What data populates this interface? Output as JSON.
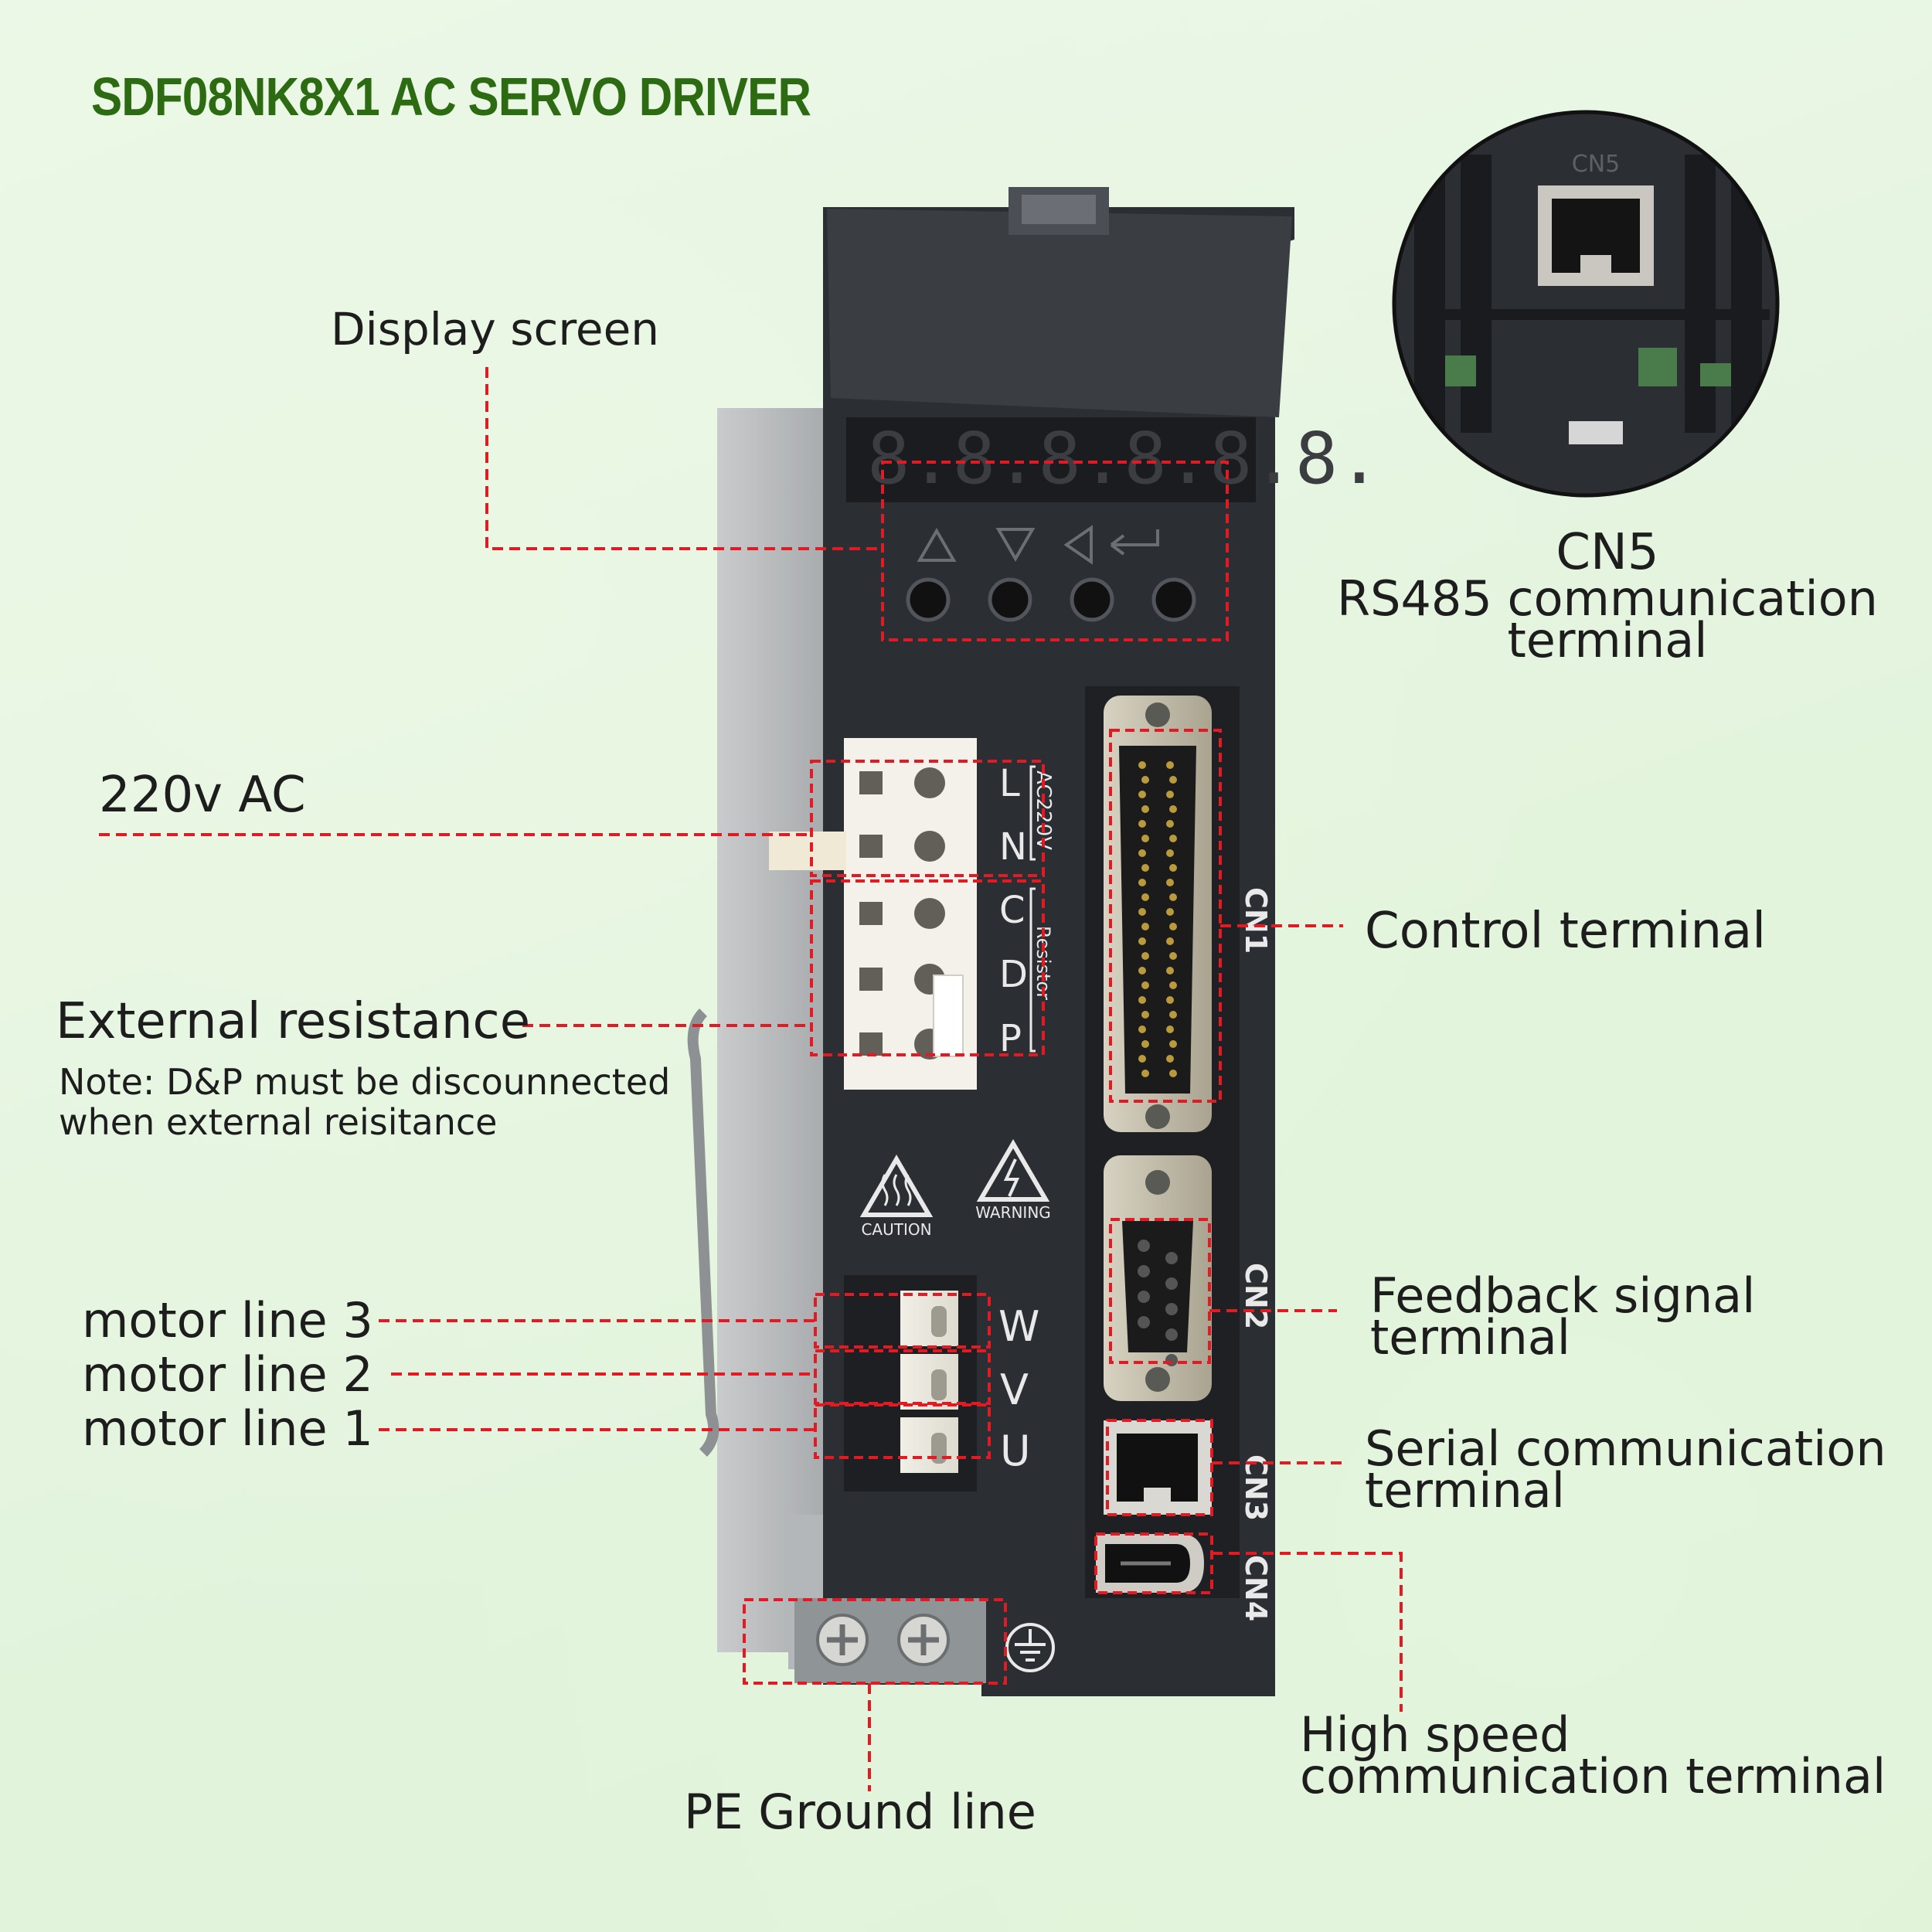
{
  "title": "SDF08NK8X1 AC SERVO DRIVER",
  "labels": {
    "display": "Display screen",
    "cn5_title": "CN5",
    "cn5_line1": "RS485 communication",
    "cn5_line2": "terminal",
    "ac220": "220v AC",
    "control": "Control terminal",
    "ext_res": "External resistance",
    "note_line1": "Note: D&P must be discounnected",
    "note_line2": "when external reisitance",
    "motor3": "motor line 3",
    "motor2": "motor line 2",
    "motor1": "motor line 1",
    "feedback_line1": "Feedback signal",
    "feedback_line2": "terminal",
    "serial_line1": "Serial communication",
    "serial_line2": "terminal",
    "highspeed_line1": "High speed",
    "highspeed_line2": "communication terminal",
    "pe": "PE Ground line"
  },
  "device": {
    "display_digits": "8.8.8.8.8.8.",
    "power_terminals": [
      "L",
      "N",
      "C",
      "D",
      "P"
    ],
    "ac_tag": "AC220V",
    "resistor_tag": "Resistor",
    "motor_terminals": [
      "W",
      "V",
      "U"
    ],
    "port_cn1": "CN1",
    "port_cn2": "CN2",
    "port_cn3": "CN3",
    "port_cn4": "CN4",
    "port_cn5": "CN5",
    "caution": "CAUTION",
    "warning": "WARNING"
  },
  "colors": {
    "title": "#2c6b12",
    "annotation": "#e01b24",
    "panel": "#2b2e33"
  }
}
